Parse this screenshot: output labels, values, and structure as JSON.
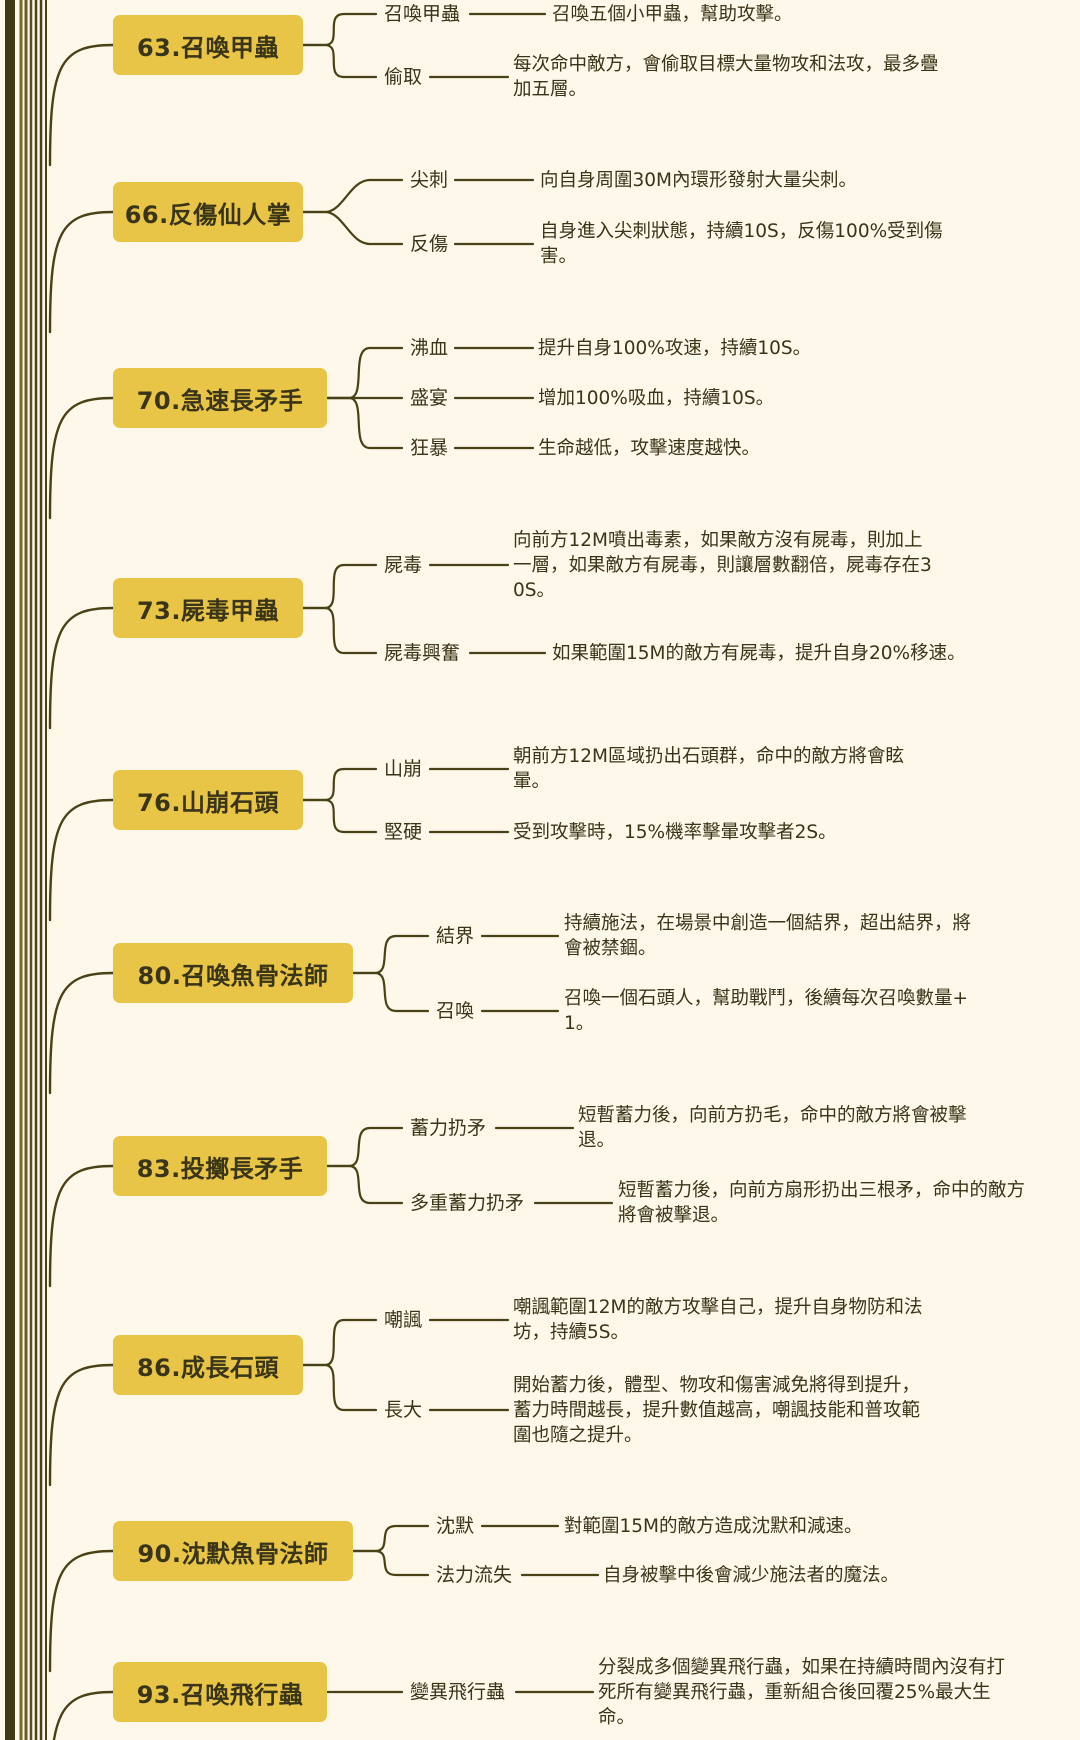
{
  "colors": {
    "background": "#fdf8e9",
    "node_fill": "#e8c547",
    "line": "#4a4116",
    "spine": "#3f3a14",
    "text": "#3a3418"
  },
  "nodes": [
    {
      "title": "63.召喚甲蟲",
      "skills": [
        {
          "name": "召喚甲蟲",
          "desc": "召喚五個小甲蟲，幫助攻擊。"
        },
        {
          "name": "偷取",
          "desc": "每次命中敵方，會偷取目標大量物攻和法攻，最多疊加五層。"
        }
      ]
    },
    {
      "title": "66.反傷仙人掌",
      "skills": [
        {
          "name": "尖刺",
          "desc": "向自身周圍30M內環形發射大量尖刺。"
        },
        {
          "name": "反傷",
          "desc": "自身進入尖刺狀態，持續10S，反傷100%受到傷害。"
        }
      ]
    },
    {
      "title": "70.急速長矛手",
      "skills": [
        {
          "name": "沸血",
          "desc": "提升自身100%攻速，持續10S。"
        },
        {
          "name": "盛宴",
          "desc": "增加100%吸血，持續10S。"
        },
        {
          "name": "狂暴",
          "desc": "生命越低，攻擊速度越快。"
        }
      ]
    },
    {
      "title": "73.屍毒甲蟲",
      "skills": [
        {
          "name": "屍毒",
          "desc": "向前方12M噴出毒素，如果敵方沒有屍毒，則加上一層，如果敵方有屍毒，則讓層數翻倍，屍毒存在30S。"
        },
        {
          "name": "屍毒興奮",
          "desc": "如果範圍15M的敵方有屍毒，提升自身20%移速。"
        }
      ]
    },
    {
      "title": "76.山崩石頭",
      "skills": [
        {
          "name": "山崩",
          "desc": "朝前方12M區域扔出石頭群，命中的敵方將會眩暈。"
        },
        {
          "name": "堅硬",
          "desc": "受到攻擊時，15%機率擊暈攻擊者2S。"
        }
      ]
    },
    {
      "title": "80.召喚魚骨法師",
      "skills": [
        {
          "name": "結界",
          "desc": "持續施法，在場景中創造一個結界，超出結界，將會被禁錮。"
        },
        {
          "name": "召喚",
          "desc": "召喚一個石頭人，幫助戰鬥，後續每次召喚數量+1。"
        }
      ]
    },
    {
      "title": "83.投擲長矛手",
      "skills": [
        {
          "name": "蓄力扔矛",
          "desc": "短暫蓄力後，向前方扔毛，命中的敵方將會被擊退。"
        },
        {
          "name": "多重蓄力扔矛",
          "desc": "短暫蓄力後，向前方扇形扔出三根矛，命中的敵方將會被擊退。"
        }
      ]
    },
    {
      "title": "86.成長石頭",
      "skills": [
        {
          "name": "嘲諷",
          "desc": "嘲諷範圍12M的敵方攻擊自己，提升自身物防和法坊，持續5S。"
        },
        {
          "name": "長大",
          "desc": "開始蓄力後，體型、物攻和傷害減免將得到提升，蓄力時間越長，提升數值越高，嘲諷技能和普攻範圍也隨之提升。"
        }
      ]
    },
    {
      "title": "90.沈默魚骨法師",
      "skills": [
        {
          "name": "沈默",
          "desc": "對範圍15M的敵方造成沈默和減速。"
        },
        {
          "name": "法力流失",
          "desc": "自身被擊中後會減少施法者的魔法。"
        }
      ]
    },
    {
      "title": "93.召喚飛行蟲",
      "skills": [
        {
          "name": "變異飛行蟲",
          "desc": "分裂成多個變異飛行蟲，如果在持續時間內沒有打死所有變異飛行蟲，重新組合後回覆25%最大生命。"
        }
      ]
    }
  ]
}
